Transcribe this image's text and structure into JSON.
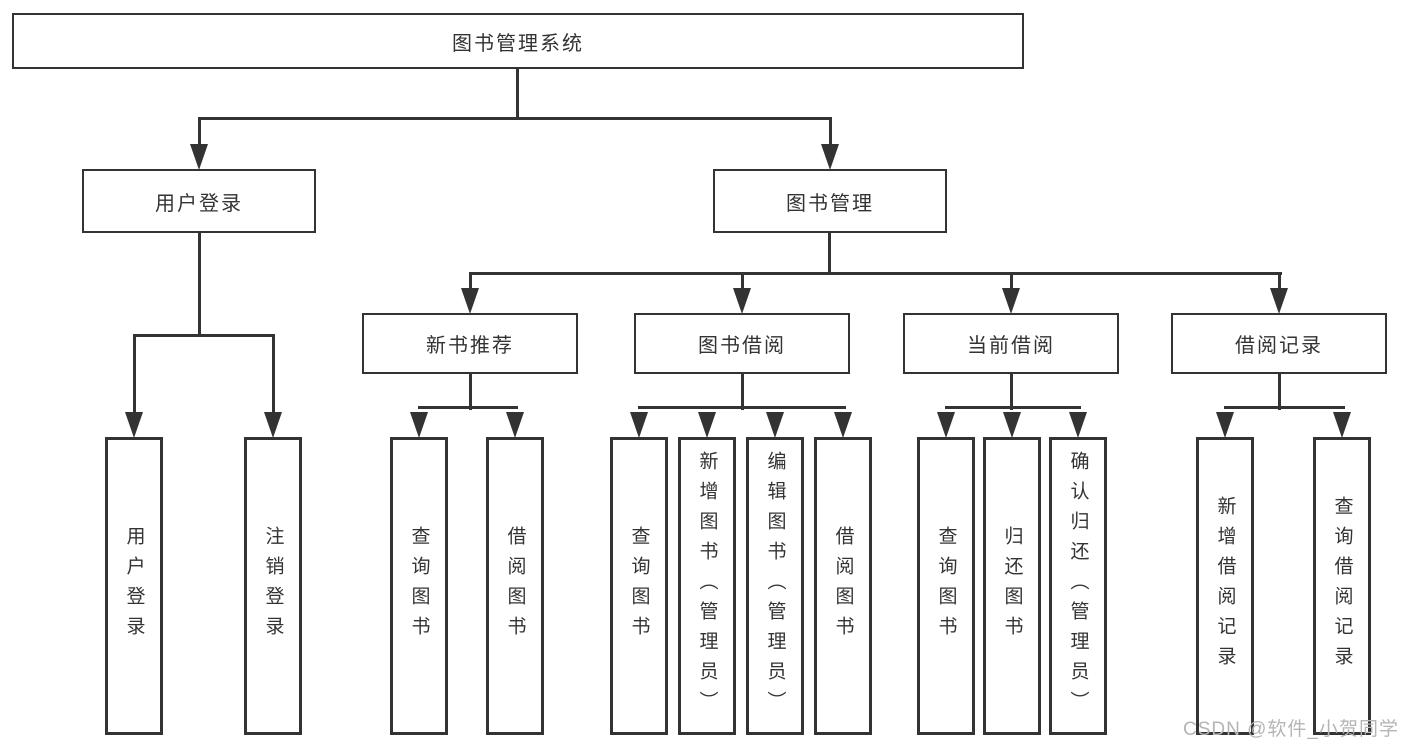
{
  "diagram_title": "图书管理系统",
  "colors": {
    "line": "#333333",
    "text": "#333333",
    "background": "#ffffff",
    "watermark": "#b5b5b5"
  },
  "tree": {
    "root": "图书管理系统",
    "branches": [
      {
        "label": "用户登录",
        "children": [
          "用户登录",
          "注销登录"
        ]
      },
      {
        "label": "图书管理",
        "children": [
          {
            "label": "新书推荐",
            "children": [
              "查询图书",
              "借阅图书"
            ]
          },
          {
            "label": "图书借阅",
            "children": [
              "查询图书",
              "新增图书（管理员）",
              "编辑图书（管理员）",
              "借阅图书"
            ]
          },
          {
            "label": "当前借阅",
            "children": [
              "查询图书",
              "归还图书",
              "确认归还（管理员）"
            ]
          },
          {
            "label": "借阅记录",
            "children": [
              "新增借阅记录",
              "查询借阅记录"
            ]
          }
        ]
      }
    ]
  },
  "watermark": {
    "text": "CSDN @软件_小贺同学"
  }
}
